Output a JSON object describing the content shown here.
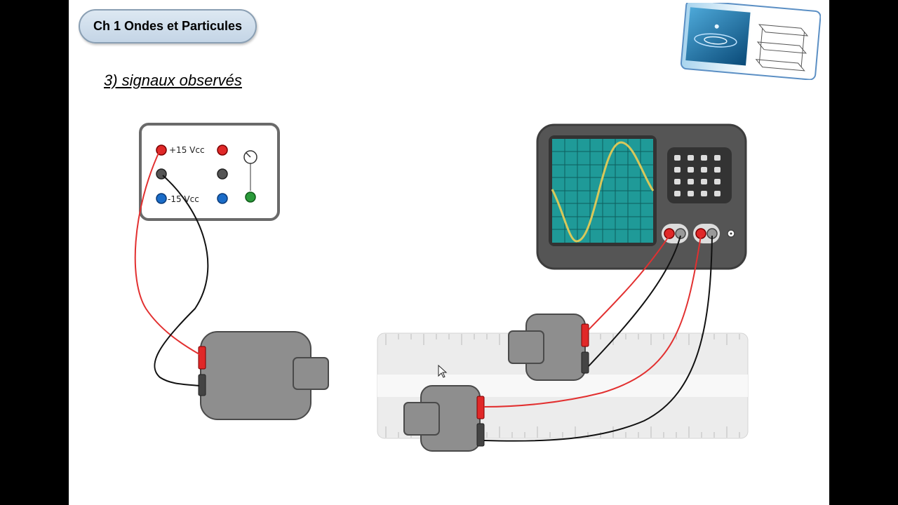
{
  "header": {
    "chapter_title": "Ch 1 Ondes et Particules",
    "section_title": "3) signaux observés"
  },
  "power_supply": {
    "positive_label": "+15 Vcc",
    "negative_label": "-15 Vcc"
  },
  "icons": {
    "logo": "water-drop-and-crystal-lattice-icon",
    "cursor": "mouse-pointer-icon"
  },
  "colors": {
    "positive_wire": "#e23030",
    "ground_wire": "#111111",
    "screen": "#1f9a98",
    "trace": "#d8c85a",
    "device_body": "#8e8e8e",
    "rail": "#ececec"
  }
}
